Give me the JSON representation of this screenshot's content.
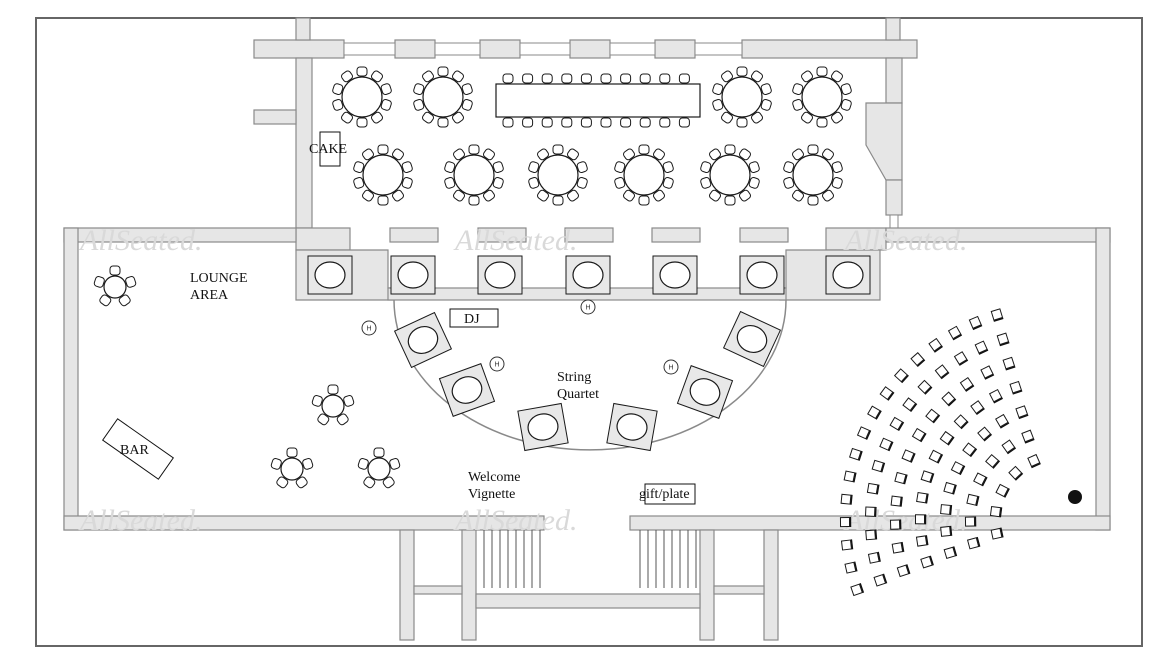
{
  "labels": {
    "cake": "CAKE",
    "lounge_line1": "LOUNGE",
    "lounge_line2": "AREA",
    "dj": "DJ",
    "string_line1": "String",
    "string_line2": "Quartet",
    "bar": "BAR",
    "welcome_line1": "Welcome",
    "welcome_line2": "Vignette",
    "gift": "gift/plate",
    "highchair": "H"
  },
  "watermark": "AllSeated.",
  "icons": [
    "round-table-icon",
    "cocktail-table-icon",
    "banquet-table-icon",
    "chair-icon",
    "highchair-icon",
    "exit-marker-icon"
  ],
  "colors": {
    "wall": "#e6e6e6",
    "wall_stroke": "#8a8a8a",
    "ink": "#1a1a1a",
    "watermark": "#d9d9d9"
  }
}
